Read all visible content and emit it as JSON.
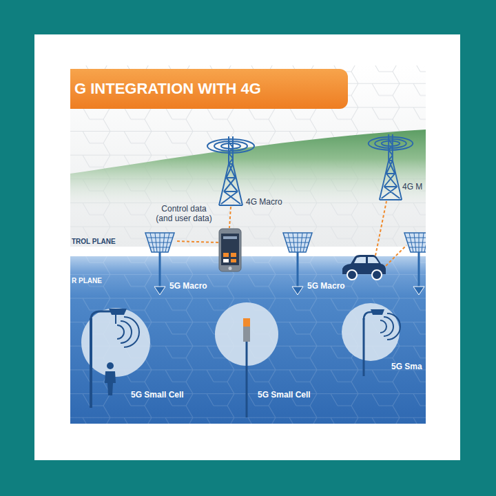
{
  "diagram": {
    "title": "G INTEGRATION WITH 4G",
    "labels": [
      "4G Macro",
      "4G M",
      "Control data (and user data)",
      "TROL PLANE",
      "R PLANE",
      "5G Macro",
      "5G Macro",
      "5G Small Cell",
      "5G Small Cell",
      "5G Sma"
    ]
  }
}
